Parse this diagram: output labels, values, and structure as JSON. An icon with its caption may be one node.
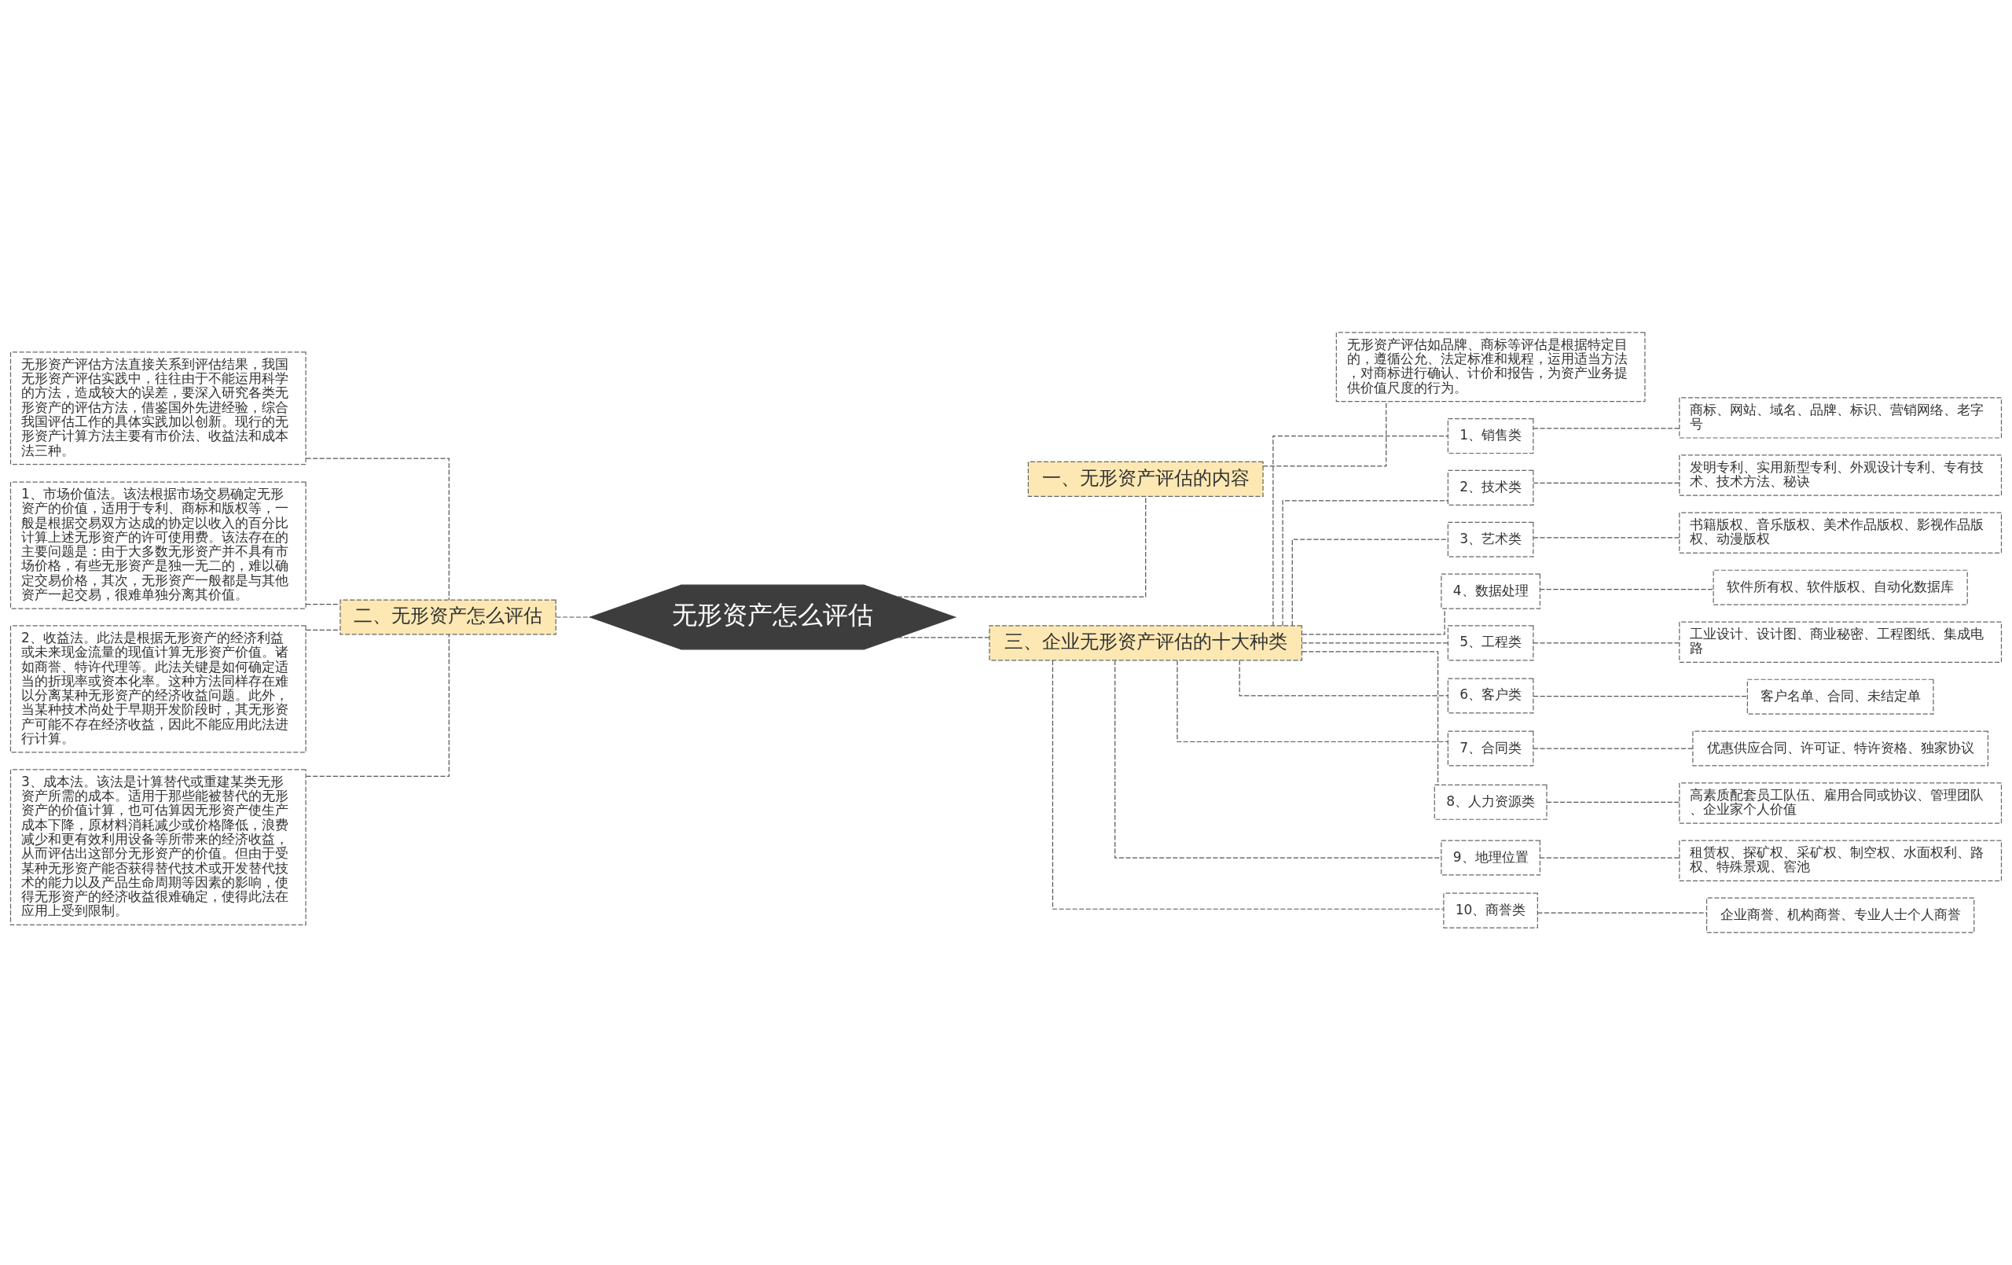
{
  "diagram": {
    "nodes": [
      {
        "text": [
          "无形资产怎么评估"
        ]
      },
      {
        "text": [
          "一、无形资产评估的内容"
        ]
      },
      {
        "text": [
          "无形资产评估如品牌、商标等评估是根据特定目的，遵循公允、法定标准和规程，运用适当方法，对商标进行确认、计价和报告，为资产业务提供价值尺度的行为。"
        ]
      },
      {
        "text": [
          "二、无形资产怎么评估"
        ]
      },
      {
        "text": [
          "无形资产评估方法直接关系到评估结果，我国无形资产评估实践中，往往由于不能运用科学的方法，造成较大的误差，要深入研究各类无形资产的评估方法，借鉴国外先进经验，综合我国评估工作的具体实践加以创新。现行的无形资产计算方法主要有市价法、收益法和成本法三种。"
        ]
      },
      {
        "text": [
          "1、市场价值法。该法根据市场交易确定无形资产的价值，适用于专利、商标和版权等，一般是根据交易双方达成的协定以收入的百分比计算上述无形资产的许可使用费。该法存在的主要问题是：由于大多数无形资产并不具有市场价格，有些无形资产是独一无二的，难以确定交易价格，其次，无形资产一般都是与其他资产一起交易，很难单独分离其价值。"
        ]
      },
      {
        "text": [
          "2、收益法。此法是根据无形资产的经济利益或未来现金流量的现值计算无形资产价值。诸如商誉、特许代理等。此法关键是如何确定适当的折现率或资本化率。这种方法同样存在难以分离某种无形资产的经济收益问题。此外，当某种技术尚处于早期开发阶段时，其无形资产可能不存在经济收益，因此不能应用此法进行计算。"
        ]
      },
      {
        "text": [
          "3、成本法。该法是计算替代或重建某类无形资产所需的成本。适用于那些能被替代的无形资产的价值计算，也可估算因无形资产使生产成本下降，原材料消耗减少或价格降低，浪费减少和更有效利用设备等所带来的经济收益，从而评估出这部分无形资产的价值。但由于受某种无形资产能否获得替代技术或开发替代技术的能力以及产品生命周期等因素的影响，使得无形资产的经济收益很难确定，使得此法在应用上受到限制。"
        ]
      },
      {
        "text": [
          "三、企业无形资产评估的十大种类"
        ]
      },
      {
        "text": [
          "1、销售类"
        ]
      },
      {
        "text": [
          "商标、网站、域名、品牌、标识、营销网络、老字号"
        ]
      },
      {
        "text": [
          "2、技术类"
        ]
      },
      {
        "text": [
          "发明专利、实用新型专利、外观设计专利、专有技术、技术方法、秘诀"
        ]
      },
      {
        "text": [
          "3、艺术类"
        ]
      },
      {
        "text": [
          "书籍版权、音乐版权、美术作品版权、影视作品版权、动漫版权"
        ]
      },
      {
        "text": [
          "4、数据处理"
        ]
      },
      {
        "text": [
          "软件所有权、软件版权、自动化数据库"
        ]
      },
      {
        "text": [
          "5、工程类"
        ]
      },
      {
        "text": [
          "工业设计、设计图、商业秘密、工程图纸、集成电路"
        ]
      },
      {
        "text": [
          "6、客户类"
        ]
      },
      {
        "text": [
          "客户名单、合同、未结定单"
        ]
      },
      {
        "text": [
          "7、合同类"
        ]
      },
      {
        "text": [
          "优惠供应合同、许可证、特许资格、独家协议"
        ]
      },
      {
        "text": [
          "8、人力资源类"
        ]
      },
      {
        "text": [
          "高素质配套员工队伍、雇用合同或协议、管理团队、企业家个人价值"
        ]
      },
      {
        "text": [
          "9、地理位置"
        ]
      },
      {
        "text": [
          "租赁权、探矿权、采矿权、制空权、水面权利、路权、特殊景观、窖池"
        ]
      },
      {
        "text": [
          "10、商誉类"
        ]
      },
      {
        "text": [
          "企业商誉、机构商誉、专业人士个人商誉"
        ]
      }
    ],
    "edges": [
      {
        "from": 0,
        "to": 1,
        "arrow": "none"
      },
      {
        "from": 1,
        "to": 2,
        "arrow": "none"
      },
      {
        "from": 0,
        "to": 3,
        "arrow": "none"
      },
      {
        "from": 3,
        "to": 4,
        "arrow": "none"
      },
      {
        "from": 3,
        "to": 5,
        "arrow": "none"
      },
      {
        "from": 3,
        "to": 6,
        "arrow": "none"
      },
      {
        "from": 3,
        "to": 7,
        "arrow": "none"
      },
      {
        "from": 0,
        "to": 8,
        "arrow": "none"
      },
      {
        "from": 8,
        "to": 9,
        "arrow": "none"
      },
      {
        "from": 9,
        "to": 10,
        "arrow": "none"
      },
      {
        "from": 8,
        "to": 11,
        "arrow": "none"
      },
      {
        "from": 11,
        "to": 12,
        "arrow": "none"
      },
      {
        "from": 8,
        "to": 13,
        "arrow": "none"
      },
      {
        "from": 13,
        "to": 14,
        "arrow": "none"
      },
      {
        "from": 8,
        "to": 15,
        "arrow": "none"
      },
      {
        "from": 15,
        "to": 16,
        "arrow": "none"
      },
      {
        "from": 8,
        "to": 17,
        "arrow": "none"
      },
      {
        "from": 17,
        "to": 18,
        "arrow": "none"
      },
      {
        "from": 8,
        "to": 19,
        "arrow": "none"
      },
      {
        "from": 19,
        "to": 20,
        "arrow": "none"
      },
      {
        "from": 8,
        "to": 21,
        "arrow": "none"
      },
      {
        "from": 21,
        "to": 22,
        "arrow": "none"
      },
      {
        "from": 8,
        "to": 23,
        "arrow": "none"
      },
      {
        "from": 23,
        "to": 24,
        "arrow": "none"
      },
      {
        "from": 8,
        "to": 25,
        "arrow": "none"
      },
      {
        "from": 25,
        "to": 26,
        "arrow": "none"
      },
      {
        "from": 8,
        "to": 27,
        "arrow": "none"
      },
      {
        "from": 27,
        "to": 28,
        "arrow": "none"
      }
    ]
  }
}
